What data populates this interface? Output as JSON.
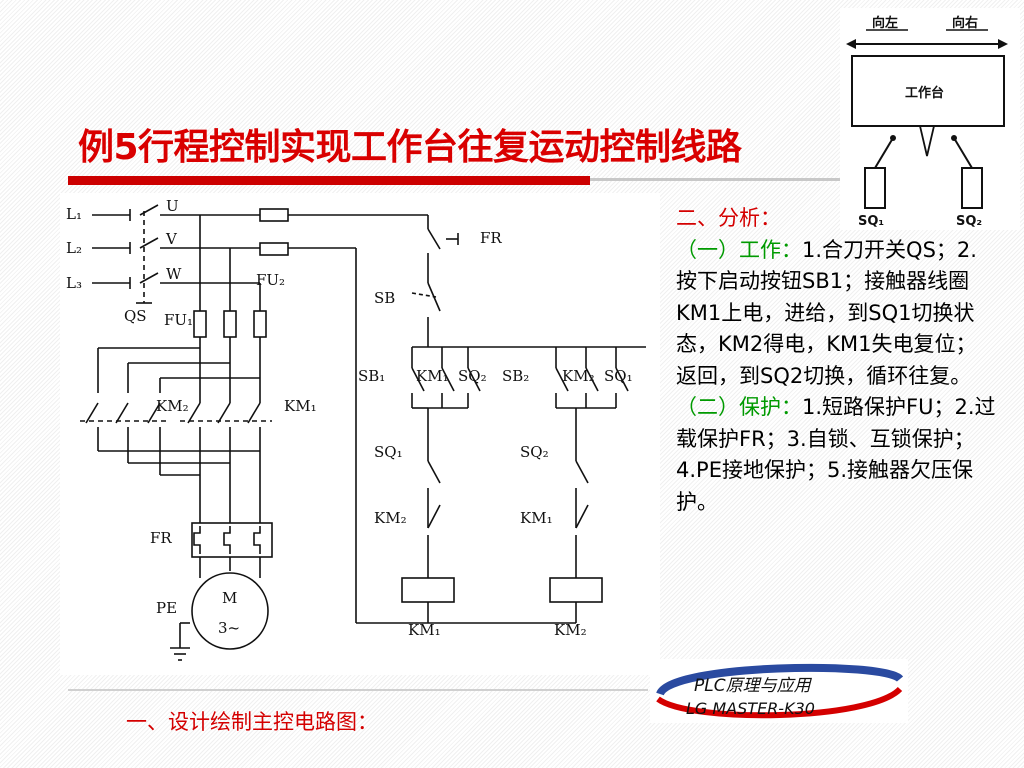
{
  "slide": {
    "title": "例5行程控制实现工作台往复运动控制线路",
    "caption": "一、设计绘制主控电路图："
  },
  "analysis": {
    "heading": "二、分析：",
    "work_label": "（一）工作：",
    "work_text": "1.合刀开关QS；2.按下启动按钮SB1；接触器线圈KM1上电，进给，到SQ1切换状态，KM2得电，KM1失电复位；返回，到SQ2切换，循环往复。",
    "protect_label": "（二）保护：",
    "protect_text": "1.短路保护FU；2.过载保护FR；3.自锁、互锁保护；4.PE接地保护；5.接触器欠压保护。"
  },
  "worktable": {
    "left_label": "向左",
    "right_label": "向右",
    "table_label": "工作台",
    "sq1_label": "SQ₁",
    "sq2_label": "SQ₂"
  },
  "schematic": {
    "phase_l1": "L₁",
    "phase_l2": "L₂",
    "phase_l3": "L₃",
    "bus_u": "U",
    "bus_v": "V",
    "bus_w": "W",
    "qs": "QS",
    "fu1": "FU₁",
    "fu2": "FU₂",
    "km2_main": "KM₂",
    "km1_main": "KM₁",
    "fr_main": "FR",
    "pe": "PE",
    "motor_m": "M",
    "motor_phase": "3~",
    "fr_ctrl": "FR",
    "sb": "SB",
    "sb1": "SB₁",
    "km1_hold": "KM₁",
    "sq2_no": "SQ₂",
    "sb2": "SB₂",
    "km2_hold": "KM₂",
    "sq1_no": "SQ₁",
    "sq1_nc": "SQ₁",
    "sq2_nc": "SQ₂",
    "km2_interlock": "KM₂",
    "km1_interlock": "KM₁",
    "coil_km1": "KM₁",
    "coil_km2": "KM₂"
  },
  "logo": {
    "line1": "PLC原理与应用",
    "line2": "LG MASTER-K30"
  },
  "colors": {
    "title_red": "#d90000",
    "accent_red": "#cc0000",
    "highlight_green": "#009a00",
    "logo_blue": "#2a4aa0"
  }
}
